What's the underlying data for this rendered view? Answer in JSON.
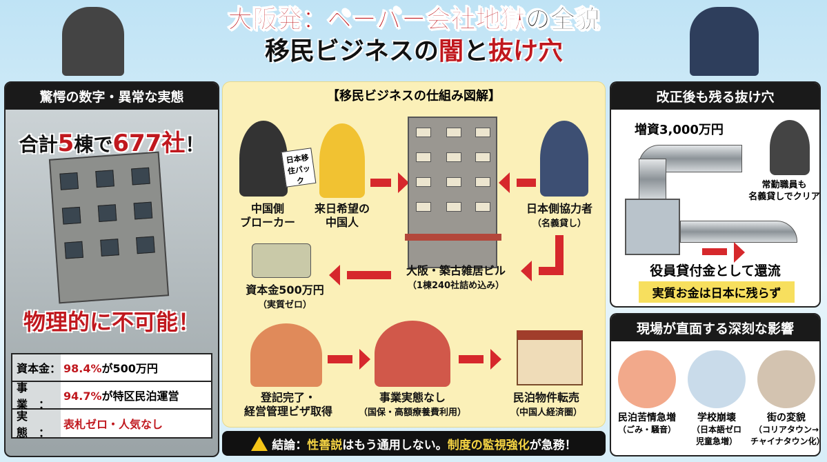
{
  "title": {
    "line1_a": "大阪発：ペーパー会社地獄",
    "line1_b": "の全貌",
    "line2_a": "移民ビジネスの",
    "line2_b": "闇",
    "line2_c": "と",
    "line2_d": "抜け穴"
  },
  "left": {
    "header": "驚愕の数字・異常な実態",
    "count_a": "合計",
    "count_b": "5",
    "count_c": "棟で",
    "count_d": "677社",
    "count_e": "！",
    "impossible": "物理的に不可能！",
    "stats": [
      {
        "key": "資本金：",
        "hl": "98.4%",
        "rest": "が500万円"
      },
      {
        "key": "事　業　：",
        "hl": "94.7%",
        "rest": "が特区民泊運営"
      },
      {
        "key": "実　態　：",
        "hl": "表札ゼロ・人気なし",
        "rest": ""
      }
    ]
  },
  "center": {
    "header": "【移民ビジネスの仕組み図解】",
    "pack": "日本移住パック",
    "broker": "中国側\nブローカー",
    "applicant": "来日希望の\n中国人",
    "collaborator": "日本側協力者",
    "collaborator_sub": "（名義貸し）",
    "building": "大阪・築古雑居ビル",
    "building_sub": "（1棟240社詰め込み）",
    "capital": "資本金500万円",
    "capital_sub": "（実質ゼロ）",
    "visa": "登記完了・\n経営管理ビザ取得",
    "nobiz": "事業実態なし",
    "nobiz_sub": "（国保・高額療養費利用）",
    "resale": "民泊物件転売",
    "resale_sub": "（中国人経済圏）"
  },
  "banner": {
    "a": "結論：",
    "b": "性善説",
    "c": "はもう通用しない。",
    "d": "制度の監視強化",
    "e": "が急務！"
  },
  "right_top": {
    "header": "改正後も残る抜け穴",
    "capital_increase": "増資3,000万円",
    "staff": "常勤職員も\n名義貸しでクリア",
    "return": "役員貸付金として還流",
    "note": "実質お金は日本に残らず"
  },
  "right_bottom": {
    "header": "現場が直面する深刻な影響",
    "items": [
      {
        "label": "民泊苦情急増",
        "sub": "（ごみ・騒音）"
      },
      {
        "label": "学校崩壊",
        "sub": "（日本語ゼロ\n児童急増）"
      },
      {
        "label": "街の変貌",
        "sub": "（コリアタウン→\nチャイナタウン化）"
      }
    ]
  },
  "colors": {
    "accent_red": "#c0181e",
    "panel_yellow": "#fbf0b8",
    "highlight_yellow": "#f5d443"
  }
}
